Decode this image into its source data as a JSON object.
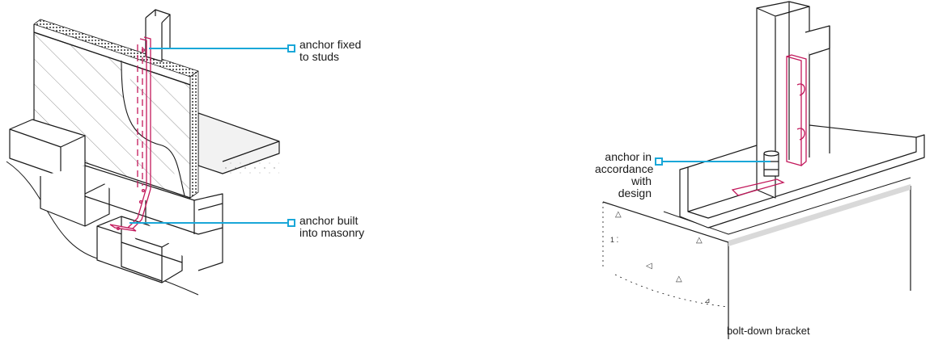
{
  "callouts": {
    "studs": "anchor fixed\nto studs",
    "masonry": "anchor built\ninto masonry",
    "design": "anchor in\naccordance\nwith design"
  },
  "caption": "bolt-down bracket",
  "colors": {
    "leader": "#1aa7d8",
    "anchor": "#c2185b",
    "line": "#1a1a1a",
    "hatch": "#777777",
    "concrete": "#e6e6e6"
  }
}
